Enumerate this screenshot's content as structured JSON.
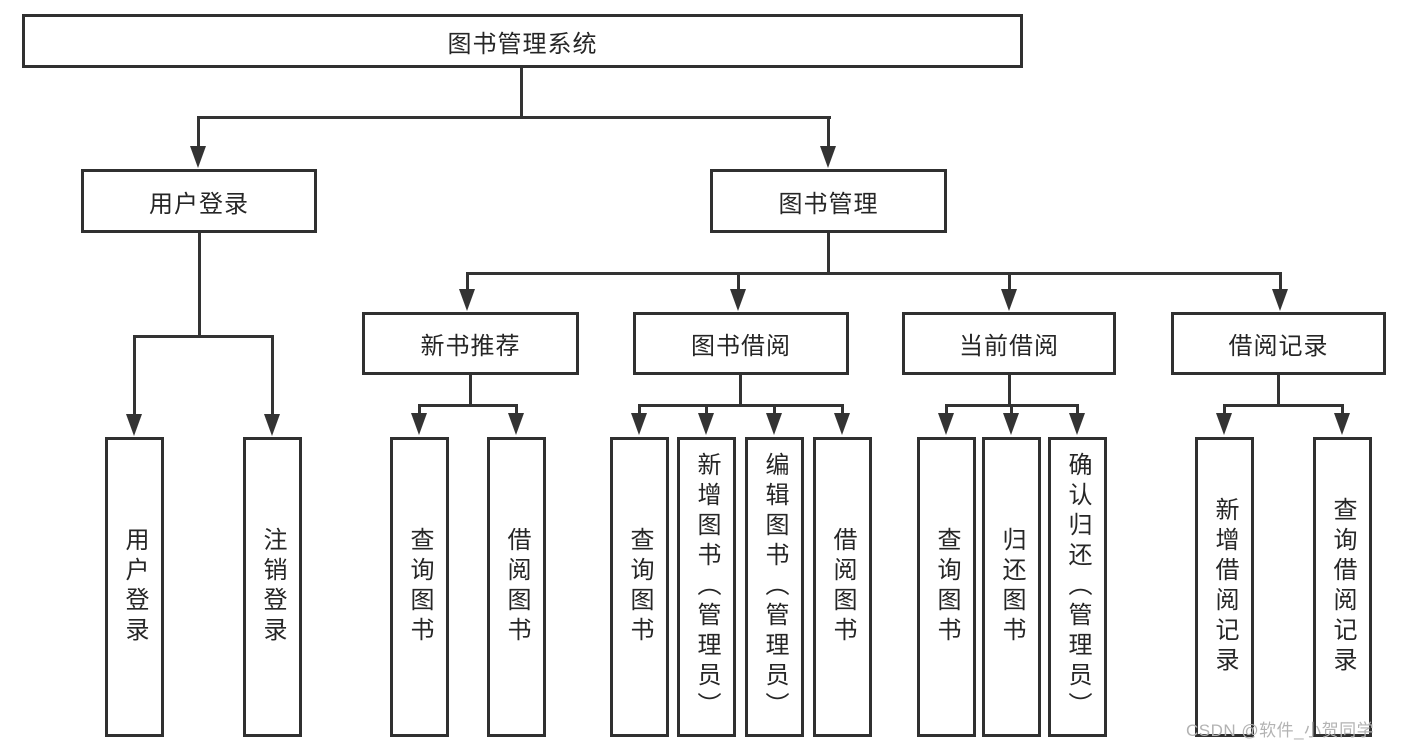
{
  "diagram": {
    "title": {
      "label": "图书管理系统"
    },
    "branches": {
      "user_login": {
        "label": "用户登录",
        "children": [
          {
            "label": "用户登录"
          },
          {
            "label": "注销登录"
          }
        ]
      },
      "book_management": {
        "label": "图书管理",
        "children": [
          {
            "label": "新书推荐",
            "children": [
              {
                "label": "查询图书"
              },
              {
                "label": "借阅图书"
              }
            ]
          },
          {
            "label": "图书借阅",
            "children": [
              {
                "label": "查询图书"
              },
              {
                "label": "新增图书（管理员）"
              },
              {
                "label": "编辑图书（管理员）"
              },
              {
                "label": "借阅图书"
              }
            ]
          },
          {
            "label": "当前借阅",
            "children": [
              {
                "label": "查询图书"
              },
              {
                "label": "归还图书"
              },
              {
                "label": "确认归还（管理员）"
              }
            ]
          },
          {
            "label": "借阅记录",
            "children": [
              {
                "label": "新增借阅记录"
              },
              {
                "label": "查询借阅记录"
              }
            ]
          }
        ]
      }
    },
    "colors": {
      "line": "#333333",
      "box_border": "#303030",
      "text": "#262626",
      "background": "#ffffff",
      "watermark": "#b3b3b3"
    }
  },
  "watermark": {
    "text": "CSDN @软件_小贺同学"
  }
}
